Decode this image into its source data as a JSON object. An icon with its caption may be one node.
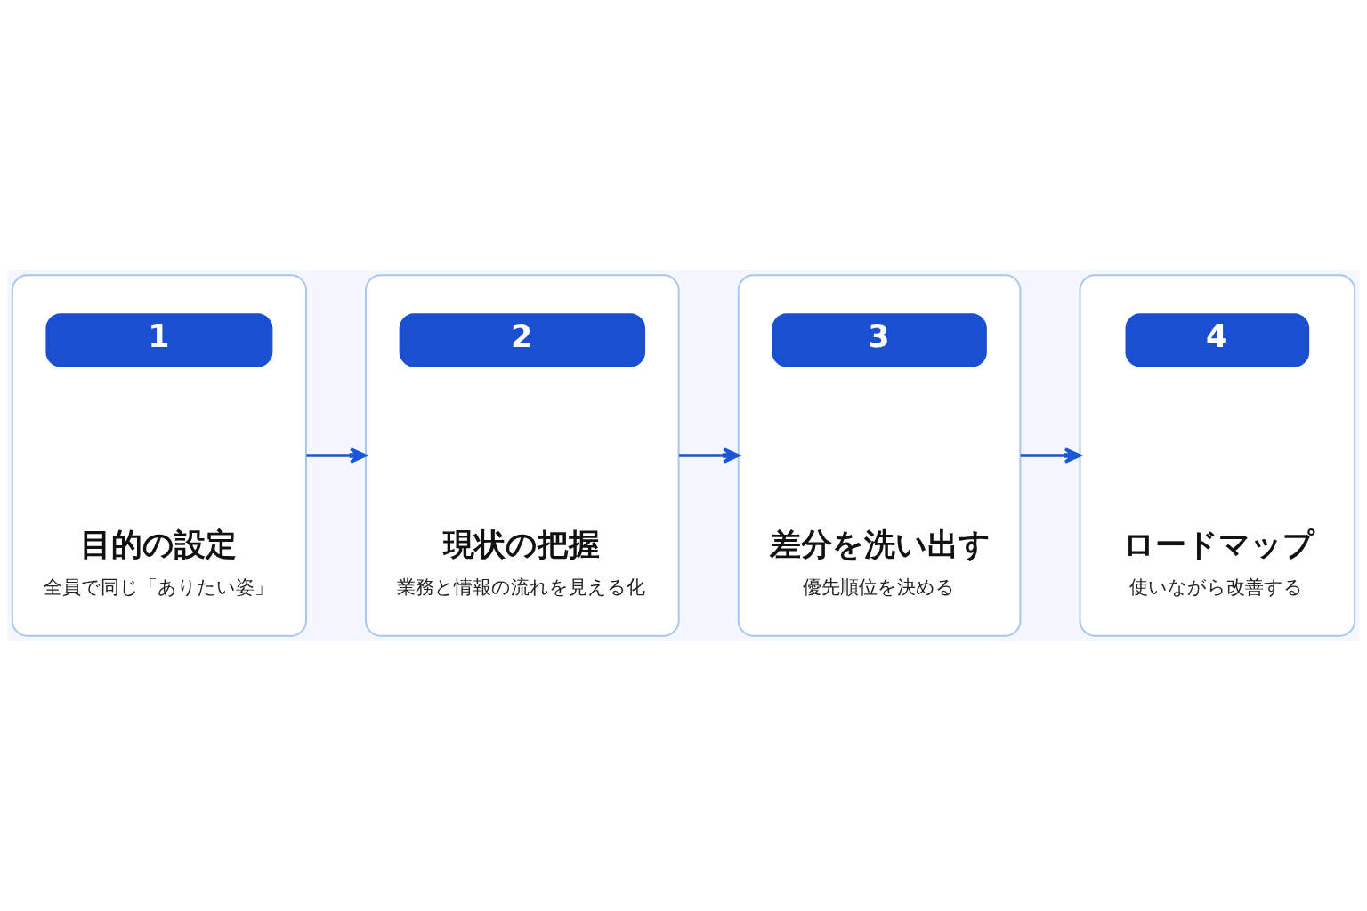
{
  "diagram": {
    "nodes": [
      {
        "text": [
          "1",
          "目的の設定",
          "全員で同じ「ありたい姿」"
        ]
      },
      {
        "text": [
          "2",
          "現状の把握",
          "業務と情報の流れを見える化"
        ]
      },
      {
        "text": [
          "3",
          "差分を洗い出す",
          "優先順位を決める"
        ]
      },
      {
        "text": [
          "4",
          "ロードマップ",
          "使いながら改善する"
        ]
      }
    ],
    "edges": [
      {
        "from": 0,
        "to": 1,
        "arrow": "to"
      },
      {
        "from": 1,
        "to": 2,
        "arrow": "to"
      },
      {
        "from": 2,
        "to": 3,
        "arrow": "to"
      }
    ]
  }
}
